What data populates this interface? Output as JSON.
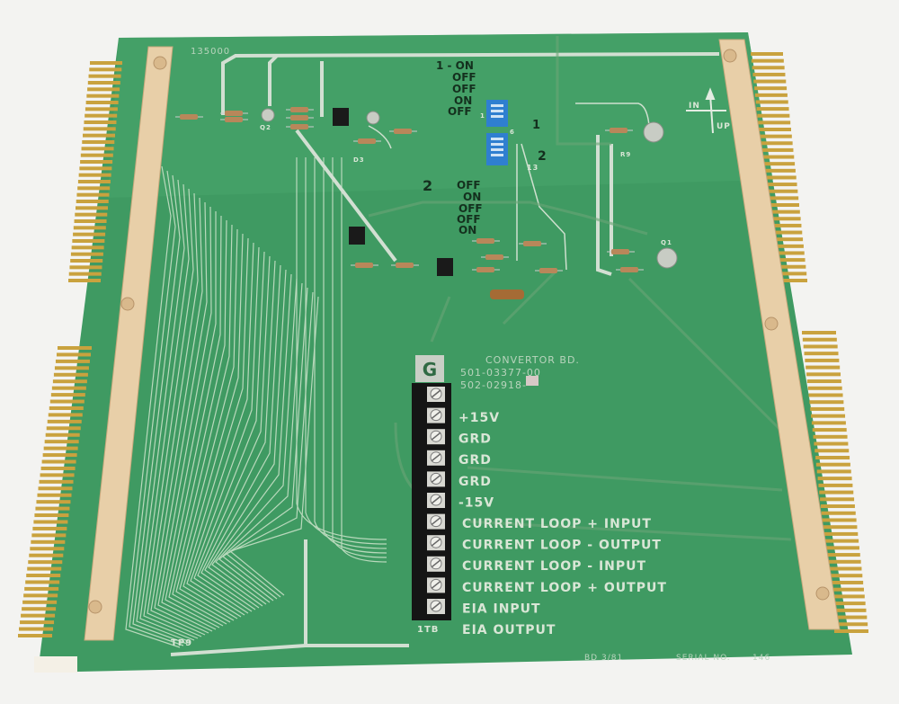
{
  "board": {
    "part_number_top": "135000",
    "title": "CONVERTOR BD.",
    "assembly_number": "501-03377-00",
    "schematic_number": "502-02918-",
    "terminal_block_label": "1TB",
    "test_point_label": "TP9",
    "revision_date": "BD 3/81",
    "serial_label": "SERIAL NO.",
    "serial_value": "146",
    "orientation": {
      "in": "IN",
      "up": "UP"
    },
    "component_labels": {
      "q1": "Q1",
      "q2": "Q2",
      "d3": "D3",
      "r9": "R9"
    },
    "dip_labels": {
      "pin1": "1",
      "pin6": "6",
      "pin13": "13"
    },
    "colors": {
      "board": "#3f9a62",
      "gold": "#c9a23e",
      "rail": "#e8cfa8",
      "terminal": "#151515",
      "dip": "#2f7fd0"
    }
  },
  "handwritten": {
    "switch1": [
      "1 - ON",
      "OFF",
      "OFF",
      "ON",
      "OFF"
    ],
    "switch2": [
      "2",
      "OFF",
      "ON",
      "OFF",
      "OFF",
      "ON"
    ],
    "marks": [
      "1",
      "2"
    ]
  },
  "terminals": [
    "+15V",
    "GRD",
    "GRD",
    "GRD",
    "-15V",
    "CURRENT LOOP + INPUT",
    "CURRENT LOOP - OUTPUT",
    "CURRENT LOOP - INPUT",
    "CURRENT LOOP + OUTPUT",
    "EIA INPUT",
    "EIA OUTPUT"
  ]
}
